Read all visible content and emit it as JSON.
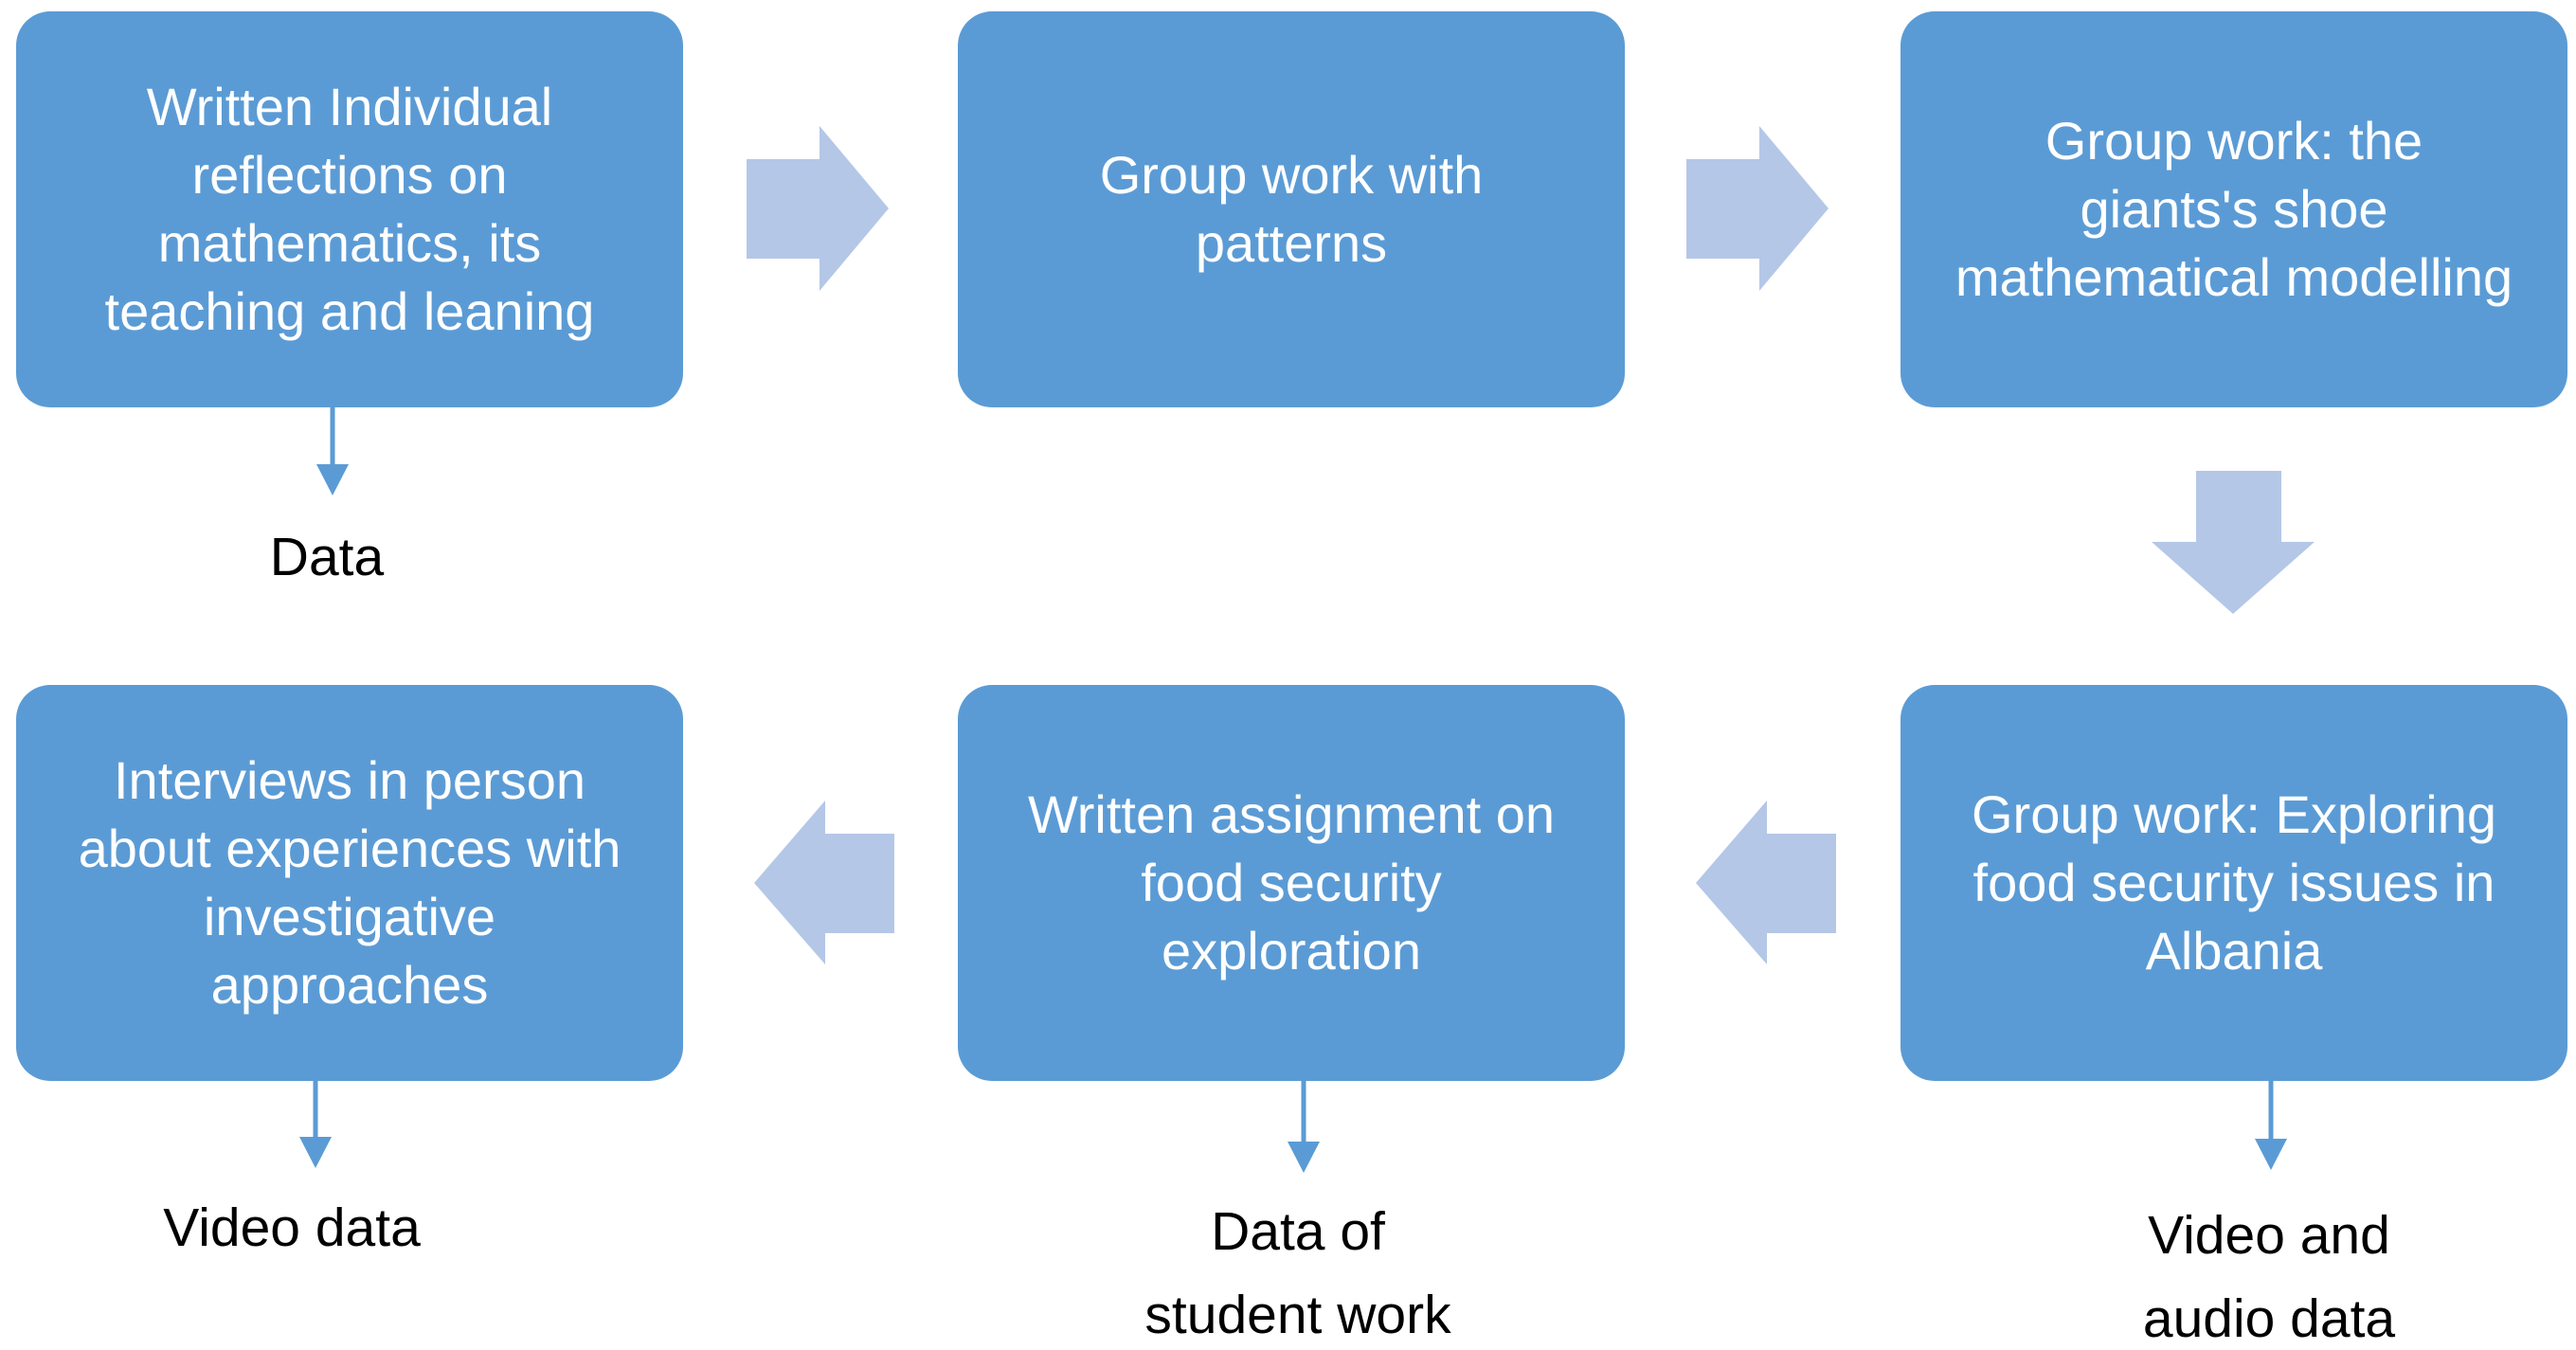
{
  "colors": {
    "box_fill": "#5b9bd5",
    "box_text": "#ffffff",
    "flow_arrow": "#b4c7e7",
    "connector": "#5b9bd5",
    "label_text": "#000000"
  },
  "steps": [
    {
      "id": "s1",
      "text": "Written Individual\nreflections on\nmathematics, its\nteaching and leaning",
      "output": "Data"
    },
    {
      "id": "s2",
      "text": "Group work with\npatterns",
      "output": ""
    },
    {
      "id": "s3",
      "text": "Group work: the\ngiants's shoe\nmathematical modelling",
      "output": ""
    },
    {
      "id": "s4",
      "text": "Group work: Exploring\nfood security issues in\nAlbania",
      "output": "Video and\naudio data"
    },
    {
      "id": "s5",
      "text": "Written assignment on\nfood security\nexploration",
      "output": "Data of\nstudent work"
    },
    {
      "id": "s6",
      "text": "Interviews in person\nabout experiences with\ninvestigative\napproaches",
      "output": "Video data"
    }
  ],
  "flow": [
    {
      "from": "s1",
      "to": "s2",
      "direction": "right"
    },
    {
      "from": "s2",
      "to": "s3",
      "direction": "right"
    },
    {
      "from": "s3",
      "to": "s4",
      "direction": "down"
    },
    {
      "from": "s4",
      "to": "s5",
      "direction": "left"
    },
    {
      "from": "s5",
      "to": "s6",
      "direction": "left"
    }
  ]
}
